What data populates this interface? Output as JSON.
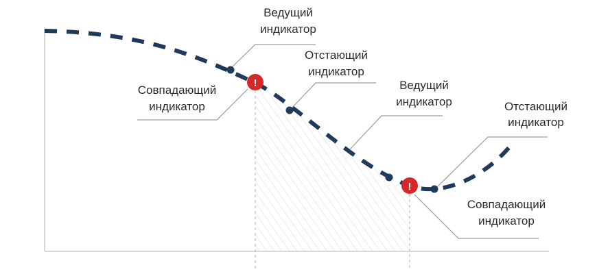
{
  "labels": {
    "leading_1": [
      "Ведущий",
      "индикатор"
    ],
    "coincident_1": [
      "Совпадающий",
      "индикатор"
    ],
    "lagging_1": [
      "Отстающий",
      "индикатор"
    ],
    "leading_2": [
      "Ведущий",
      "индикатор"
    ],
    "lagging_2": [
      "Отстающий",
      "индикатор"
    ],
    "coincident_2": [
      "Совпадающий",
      "индикатор"
    ]
  },
  "alert_glyph": "!",
  "colors": {
    "curve": "#1f3a5a",
    "alert": "#d62828"
  }
}
